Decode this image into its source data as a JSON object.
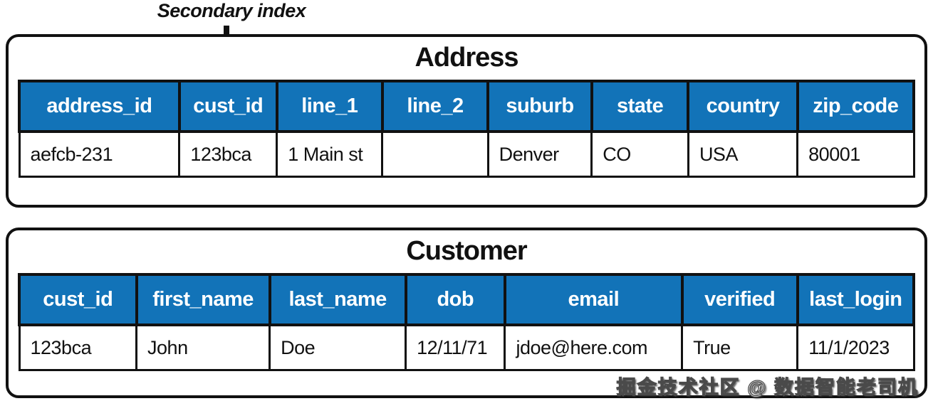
{
  "annotation": {
    "label": "Secondary index"
  },
  "colors": {
    "header_bg": "#1273b8",
    "header_text": "#ffffff",
    "border": "#111111",
    "background": "#ffffff"
  },
  "address_table": {
    "title": "Address",
    "columns": [
      "address_id",
      "cust_id",
      "line_1",
      "line_2",
      "suburb",
      "state",
      "country",
      "zip_code"
    ],
    "row": [
      "aefcb-231",
      "123bca",
      "1 Main st",
      "",
      "Denver",
      "CO",
      "USA",
      "80001"
    ]
  },
  "customer_table": {
    "title": "Customer",
    "columns": [
      "cust_id",
      "first_name",
      "last_name",
      "dob",
      "email",
      "verified",
      "last_login"
    ],
    "row": [
      "123bca",
      "John",
      "Doe",
      "12/11/71",
      "jdoe@here.com",
      "True",
      "11/1/2023"
    ]
  },
  "watermark": "掘金技术社区 @ 数据智能老司机"
}
